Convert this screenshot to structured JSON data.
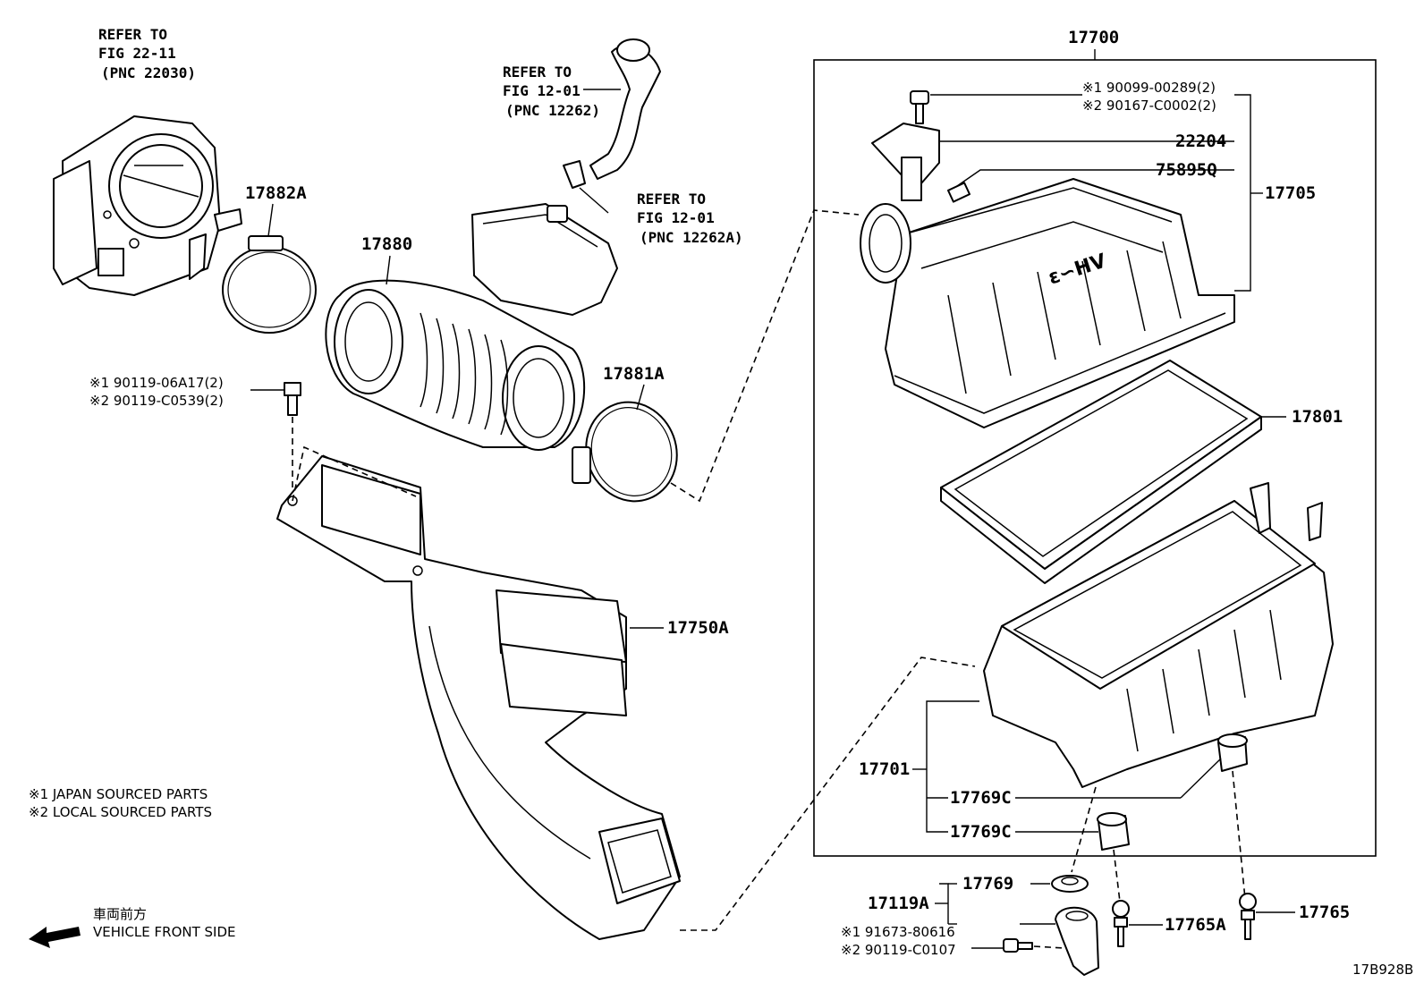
{
  "labels": {
    "refer_throttle": [
      "REFER TO",
      "FIG 22-11",
      "(PNC 22030)"
    ],
    "refer_hose": [
      "REFER TO",
      "FIG 12-01",
      "(PNC 12262)"
    ],
    "refer_clip": [
      "REFER TO",
      "FIG 12-01",
      "(PNC 12262A)"
    ],
    "p17882A": "17882A",
    "p17880": "17880",
    "p17881A": "17881A",
    "bolt_top_1": "※1 90119-06A17(2)",
    "bolt_top_2": "※2 90119-C0539(2)",
    "p17750A": "17750A",
    "p17700": "17700",
    "screw_1": "※1 90099-00289(2)",
    "screw_2": "※2 90167-C0002(2)",
    "p22204": "22204",
    "p75895Q": "75895Q",
    "p17705": "17705",
    "p17801": "17801",
    "p17701": "17701",
    "p17769C_a": "17769C",
    "p17769C_b": "17769C",
    "p17769": "17769",
    "p17119A": "17119A",
    "bolt_bot_1": "※1 91673-80616",
    "bolt_bot_2": "※2 90119-C0107",
    "p17765A": "17765A",
    "p17765": "17765"
  },
  "legend": {
    "japan": "※1  JAPAN SOURCED PARTS",
    "local": "※2  LOCAL SOURCED PARTS"
  },
  "direction": {
    "jp": "車両前方",
    "en": "VEHICLE FRONT SIDE"
  },
  "drawing_code": "17B928B"
}
